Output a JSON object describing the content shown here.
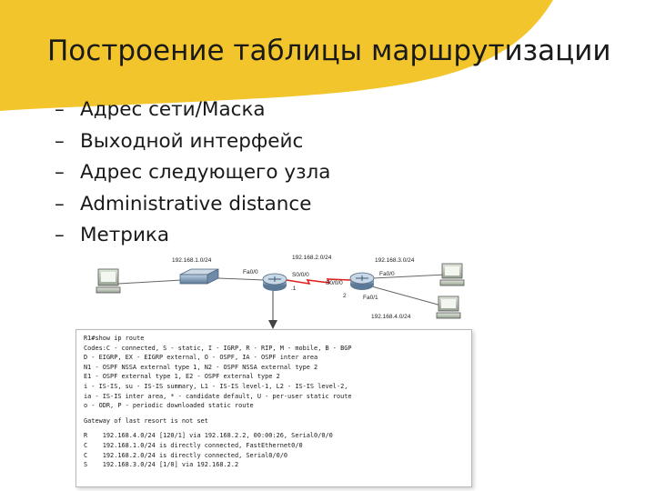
{
  "slide": {
    "title": "Построение таблицы маршрутизации",
    "accent_color": "#f2c52c",
    "bullet_marker": "–",
    "bullets": [
      "Адрес сети/Маска",
      "Выходной интерфейс",
      "Адрес следующего узла",
      "Administrative distance",
      "Метрика"
    ]
  },
  "topology": {
    "network_left": "192.168.1.0/24",
    "network_middle": "192.168.2.0/24",
    "network_right_top": "192.168.3.0/24",
    "network_right_bottom": "192.168.4.0/24",
    "r1_fa": "Fa0/0",
    "r1_serial": "S0/0/0",
    "r1_host_id": ".1",
    "r2_serial": "S0/0/0",
    "r2_host_id": "2",
    "r2_fa0": "Fa0/0",
    "r2_fa1": "Fa0/1"
  },
  "console": {
    "lines_top": [
      "R1#show ip route",
      "Codes:C - connected, S - static, I - IGRP, R - RIP, M - mobile, B - BGP",
      "D - EIGRP, EX - EIGRP external, O - OSPF, IA - OSPF inter area",
      "N1 - OSPF NSSA external type 1, N2 - OSPF NSSA external type 2",
      "E1 - OSPF external type 1, E2 - OSPF external type 2",
      "i - IS-IS, su - IS-IS summary, L1 - IS-IS level-1, L2 - IS-IS level-2,",
      "ia - IS-IS inter area, * - candidate default, U - per-user static route",
      "o - ODR, P - periodic downloaded static route"
    ],
    "gateway_line": "Gateway of last resort is not set",
    "routes": [
      "R    192.168.4.0/24 [120/1] via 192.168.2.2, 00:00:26, Serial0/0/0",
      "C    192.168.1.0/24 is directly connected, FastEthernet0/0",
      "C    192.168.2.0/24 is directly connected, Serial0/0/0",
      "S    192.168.3.0/24 [1/0] via 192.168.2.2"
    ]
  }
}
